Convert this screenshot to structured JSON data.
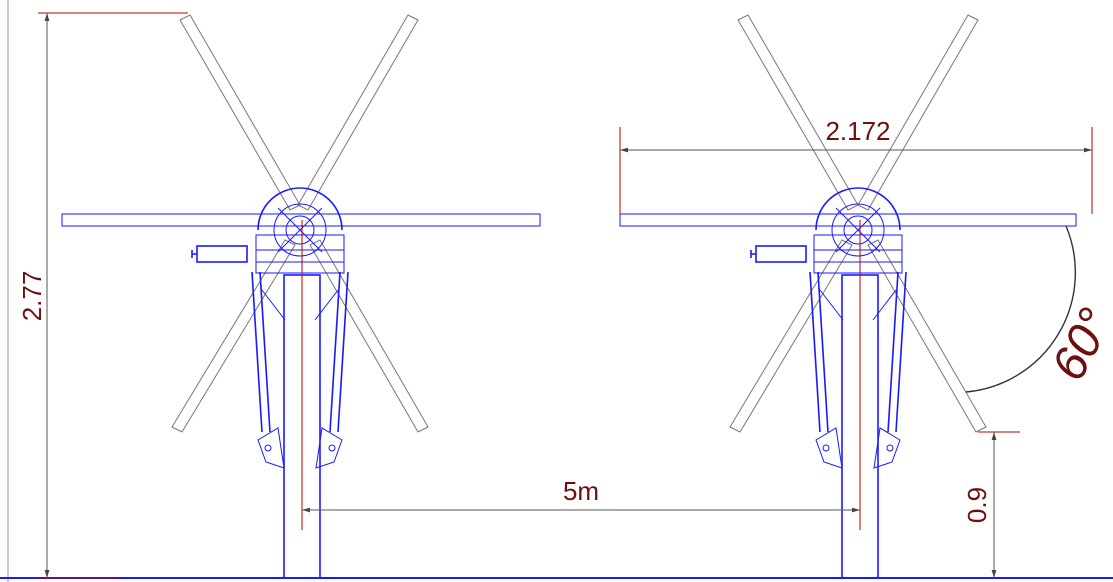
{
  "dimensions": {
    "height_label": "2.77",
    "spacing_label": "5m",
    "arm_width_label": "2.172",
    "angle_label": "60°",
    "base_height_label": "0.9"
  },
  "colors": {
    "structure": "#1a1aff",
    "blades": "#777777",
    "dimension_text": "#6b0f0f",
    "extension_lines": "#b80000"
  }
}
